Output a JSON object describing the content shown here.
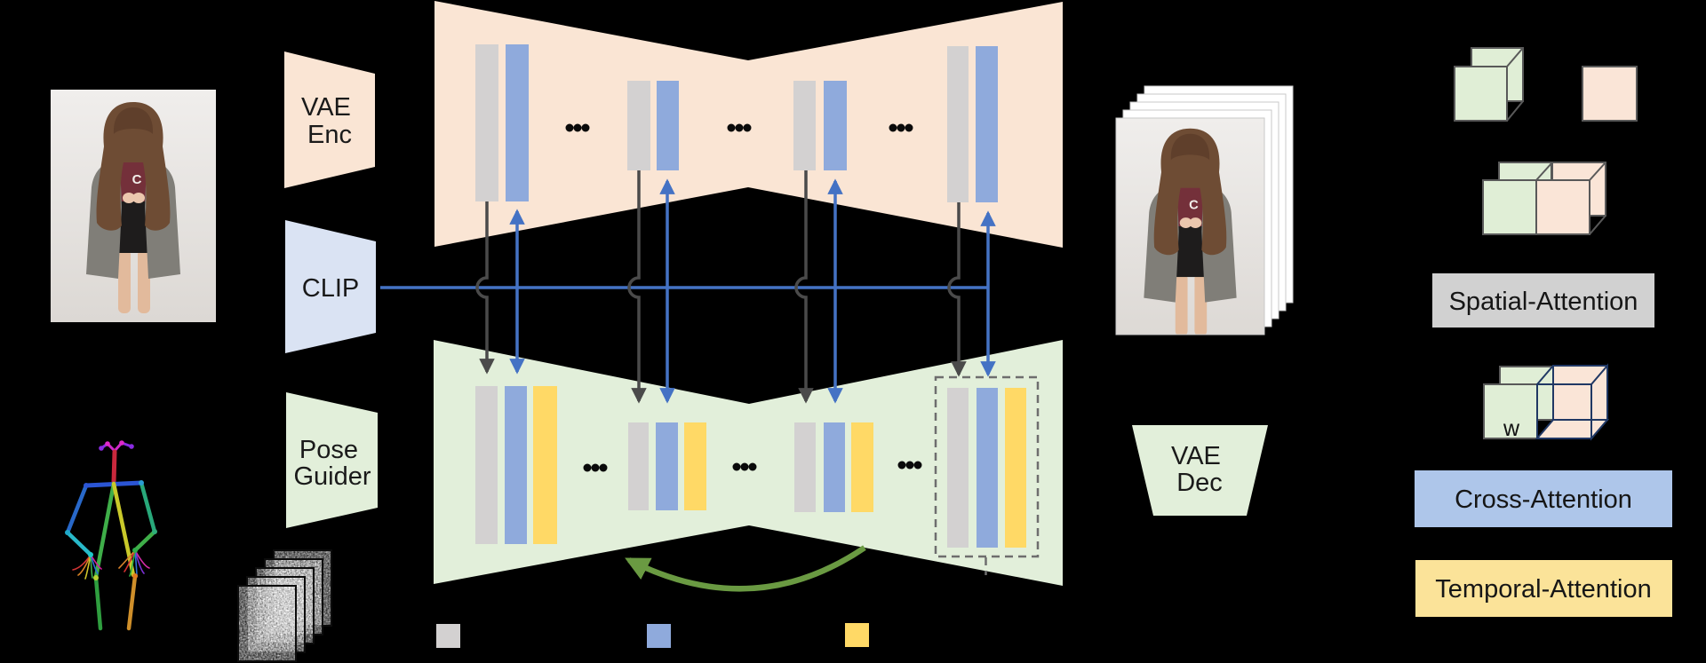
{
  "diagram": {
    "modules": {
      "vae_encoder": {
        "line1": "VAE",
        "line2": "Enc"
      },
      "clip_encoder": {
        "label": "CLIP"
      },
      "pose_guider": {
        "line1": "Pose",
        "line2": "Guider"
      },
      "vae_decoder": {
        "line1": "VAE",
        "line2": "Dec"
      }
    },
    "legend": {
      "spatial_attention": "Spatial-Attention",
      "cross_attention": "Cross-Attention",
      "temporal_attention": "Temporal-Attention",
      "cube_width_label": "w"
    },
    "reference_photo": {
      "shirt_letter": "C"
    }
  },
  "colors": {
    "background": "#000000",
    "reference_unet_fill": "#FAE5D4",
    "denoising_unet_fill": "#E2EFDA",
    "vae_encoder_fill": "#FAE5D4",
    "clip_fill": "#DAE3F3",
    "pose_guider_fill": "#E2EFDA",
    "vae_decoder_fill": "#E2EFDA",
    "bar_gray": "#D3D1D1",
    "bar_blue": "#8FAADC",
    "bar_yellow": "#FFD966",
    "line_blue": "#4472C4",
    "line_gray": "#4A4A4A",
    "loop_arrow_green": "#6A9A42",
    "legend_gray_fill": "#D1D1D1",
    "legend_blue_fill": "#AEC6EA",
    "legend_yellow_fill": "#FBE399",
    "cube_green_fill": "#E0EED6",
    "cube_peach_fill": "#FAE5D7",
    "cube_edge": "#595959",
    "wire_cube_edge": "#203864"
  }
}
